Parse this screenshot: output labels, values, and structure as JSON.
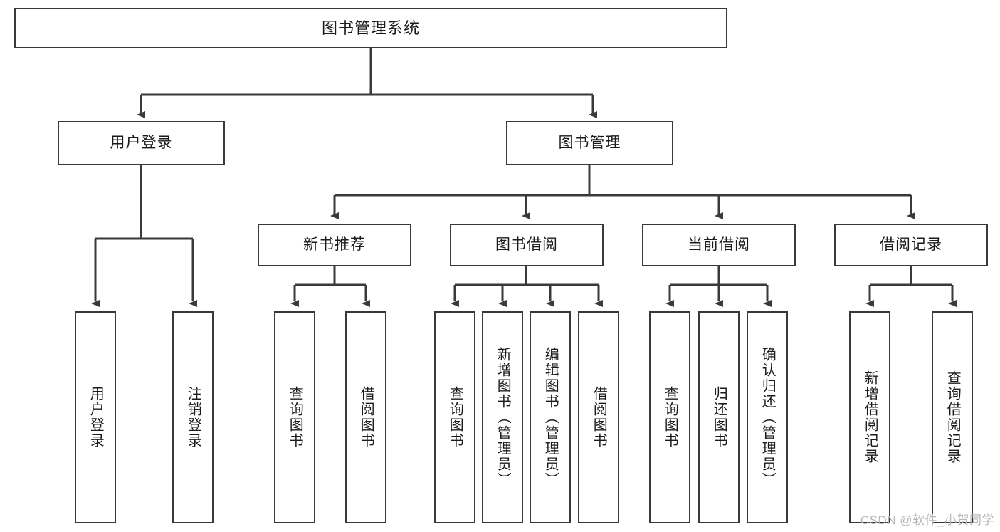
{
  "diagram": {
    "title": "图书管理系统",
    "watermark": "CSDN @软件_小贺同学",
    "theme": {
      "box_border": "#393939",
      "box_fill": "#ffffff",
      "line": "#3a3a3a",
      "text": "#1b1b1b",
      "watermark_color": "#b7b7b7",
      "background": "#ffffff"
    },
    "root": {
      "label": "图书管理系统"
    },
    "level2": [
      {
        "id": "user-login",
        "label": "用户登录"
      },
      {
        "id": "book-manage",
        "label": "图书管理"
      }
    ],
    "level3": [
      {
        "id": "new-book-recommend",
        "label": "新书推荐",
        "parent": "book-manage"
      },
      {
        "id": "book-borrow",
        "label": "图书借阅",
        "parent": "book-manage"
      },
      {
        "id": "current-borrow",
        "label": "当前借阅",
        "parent": "book-manage"
      },
      {
        "id": "borrow-record",
        "label": "借阅记录",
        "parent": "book-manage"
      }
    ],
    "leaves": {
      "user-login": [
        {
          "id": "leaf-user-login",
          "label": "用户登录"
        },
        {
          "id": "leaf-user-logout",
          "label": "注销登录"
        }
      ],
      "new-book-recommend": [
        {
          "id": "leaf-query-book-1",
          "label": "查询图书"
        },
        {
          "id": "leaf-borrow-book-1",
          "label": "借阅图书"
        }
      ],
      "book-borrow": [
        {
          "id": "leaf-query-book-2",
          "label": "查询图书"
        },
        {
          "id": "leaf-add-book",
          "label": "新增图书（管理员）"
        },
        {
          "id": "leaf-edit-book",
          "label": "编辑图书（管理员）"
        },
        {
          "id": "leaf-borrow-book-2",
          "label": "借阅图书"
        }
      ],
      "current-borrow": [
        {
          "id": "leaf-query-book-3",
          "label": "查询图书"
        },
        {
          "id": "leaf-return-book",
          "label": "归还图书"
        },
        {
          "id": "leaf-confirm-return",
          "label": "确认归还（管理员）"
        }
      ],
      "borrow-record": [
        {
          "id": "leaf-add-record",
          "label": "新增借阅记录"
        },
        {
          "id": "leaf-query-record",
          "label": "查询借阅记录"
        }
      ]
    }
  }
}
